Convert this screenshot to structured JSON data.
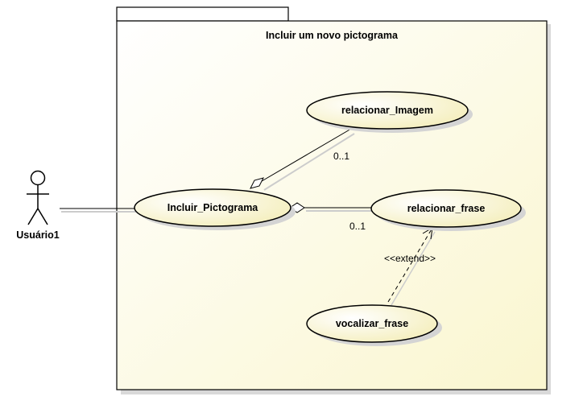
{
  "package": {
    "title": "Incluir um novo pictograma"
  },
  "actor": {
    "name": "Usuário1"
  },
  "use_cases": {
    "incluir": "Incluir_Pictograma",
    "imagem": "relacionar_Imagem",
    "frase": "relacionar_frase",
    "vocalizar": "vocalizar_frase"
  },
  "relations": {
    "imagem_multiplicity": "0..1",
    "frase_multiplicity": "0..1",
    "extend_stereotype": "<<extend>>"
  },
  "colors": {
    "package_fill": "#fdfbe2",
    "usecase_fill_light": "#ffffff",
    "usecase_fill_dark": "#f7f1c2",
    "stroke": "#000000",
    "shadow": "#d4d4d4"
  }
}
